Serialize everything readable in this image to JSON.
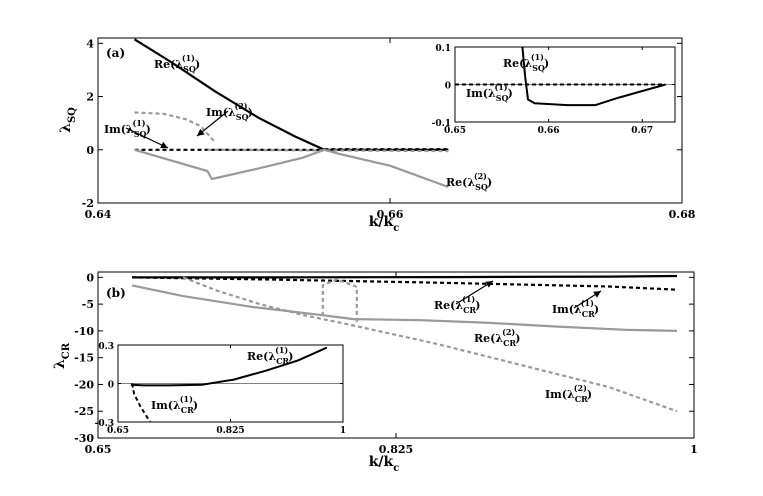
{
  "chart_data": [
    {
      "id": "panel-a",
      "type": "line",
      "panel_label": "(a)",
      "xlabel": "k/k",
      "xlabel_sub": "c",
      "ylabel": "λ",
      "ylabel_sub": "SQ",
      "xlim": [
        0.64,
        0.68
      ],
      "ylim": [
        -2,
        4.2
      ],
      "xticks": [
        0.64,
        0.66,
        0.68
      ],
      "xtick_labels": [
        "0.64",
        "0.66",
        "0.68"
      ],
      "yticks": [
        -2,
        0,
        2,
        4
      ],
      "ytick_labels": [
        "-2",
        "0",
        "2",
        "4"
      ],
      "series": [
        {
          "key": "re1",
          "color": "#000000",
          "dash": "solid",
          "x": [
            0.6425,
            0.645,
            0.648,
            0.651,
            0.6535,
            0.6555
          ],
          "y": [
            4.15,
            3.3,
            2.2,
            1.2,
            0.5,
            0.0
          ]
        },
        {
          "key": "re1_tail",
          "color": "#000000",
          "dash": "solid",
          "x": [
            0.6555,
            0.664
          ],
          "y": [
            0.0,
            0.0
          ]
        },
        {
          "key": "im1",
          "color": "#000000",
          "dash": "dashed",
          "x": [
            0.6425,
            0.6555
          ],
          "y": [
            0.0,
            0.0
          ]
        },
        {
          "key": "im1_tail",
          "color": "#000000",
          "dash": "dashed",
          "x": [
            0.6555,
            0.664
          ],
          "y": [
            0.02,
            0.02
          ]
        },
        {
          "key": "im2",
          "color": "#999999",
          "dash": "dashed",
          "x": [
            0.6425,
            0.6445,
            0.646,
            0.647,
            0.6475,
            0.648
          ],
          "y": [
            1.4,
            1.35,
            1.15,
            0.9,
            0.6,
            0.3
          ]
        },
        {
          "key": "im2_tail",
          "color": "#999999",
          "dash": "dashed",
          "x": [
            0.6475,
            0.664
          ],
          "y": [
            0.0,
            -0.05
          ]
        },
        {
          "key": "re2",
          "color": "#999999",
          "dash": "solid",
          "x": [
            0.6425,
            0.645,
            0.6475,
            0.6478,
            0.651,
            0.654,
            0.6555,
            0.6565,
            0.66,
            0.664
          ],
          "y": [
            0.0,
            -0.4,
            -0.8,
            -1.1,
            -0.7,
            -0.3,
            0.0,
            -0.15,
            -0.6,
            -1.4
          ]
        }
      ],
      "annotations": [
        {
          "text": "Re(λ",
          "sub": "SQ",
          "sup": "(1)"
        },
        {
          "text": "Im(λ",
          "sub": "SQ",
          "sup": "(2)"
        },
        {
          "text": "Im(λ",
          "sub": "SQ",
          "sup": "(1)"
        },
        {
          "text": "Re(λ",
          "sub": "SQ",
          "sup": "(2)"
        }
      ],
      "inset": {
        "xlim": [
          0.65,
          0.6735
        ],
        "ylim": [
          -0.1,
          0.1
        ],
        "xticks": [
          0.65,
          0.66,
          0.67
        ],
        "xtick_labels": [
          "0.65",
          "0.66",
          "0.67"
        ],
        "yticks": [
          -0.1,
          0,
          0.1
        ],
        "ytick_labels": [
          "-0.1",
          "0",
          "0.1"
        ],
        "series": [
          {
            "key": "re1",
            "color": "#000000",
            "dash": "solid",
            "x": [
              0.6572,
              0.6575,
              0.6578,
              0.6585,
              0.662,
              0.665,
              0.6675,
              0.6725
            ],
            "y": [
              0.1,
              0.02,
              -0.04,
              -0.05,
              -0.055,
              -0.055,
              -0.035,
              0.0
            ]
          },
          {
            "key": "im1",
            "color": "#000000",
            "dash": "dashed",
            "x": [
              0.65,
              0.6725
            ],
            "y": [
              0.0,
              0.0
            ]
          }
        ],
        "annotations": [
          {
            "text": "Re(λ",
            "sub": "SQ",
            "sup": "(1)"
          },
          {
            "text": "Im(λ",
            "sub": "SQ",
            "sup": "(1)"
          }
        ]
      }
    },
    {
      "id": "panel-b",
      "type": "line",
      "panel_label": "(b)",
      "xlabel": "k/k",
      "xlabel_sub": "c",
      "ylabel": "λ",
      "ylabel_sub": "CR",
      "xlim": [
        0.65,
        1.0
      ],
      "ylim": [
        -30,
        1
      ],
      "xticks": [
        0.65,
        0.825,
        1.0
      ],
      "xtick_labels": [
        "0.65",
        "0.825",
        "1"
      ],
      "yticks": [
        -30,
        -25,
        -20,
        -15,
        -10,
        -5,
        0
      ],
      "ytick_labels": [
        "-30",
        "-25",
        "-20",
        "-15",
        "-10",
        "-5",
        "0"
      ],
      "series": [
        {
          "key": "re1",
          "color": "#000000",
          "dash": "solid",
          "x": [
            0.67,
            0.75,
            0.85,
            0.95,
            0.99
          ],
          "y": [
            0.0,
            0.0,
            0.05,
            0.15,
            0.25
          ]
        },
        {
          "key": "im1",
          "color": "#000000",
          "dash": "dashed",
          "x": [
            0.67,
            0.75,
            0.85,
            0.95,
            0.99
          ],
          "y": [
            0.0,
            -0.4,
            -1.0,
            -1.7,
            -2.3
          ]
        },
        {
          "key": "re2",
          "color": "#999999",
          "dash": "solid",
          "x": [
            0.67,
            0.7,
            0.74,
            0.78,
            0.8,
            0.84,
            0.88,
            0.92,
            0.96,
            0.99
          ],
          "y": [
            -1.5,
            -3.5,
            -5.5,
            -7.0,
            -7.8,
            -8.0,
            -8.5,
            -9.2,
            -9.8,
            -10.0
          ]
        },
        {
          "key": "im2",
          "color": "#999999",
          "dash": "dashed",
          "x": [
            0.7,
            0.72,
            0.745,
            0.77,
            0.8,
            0.85,
            0.9,
            0.95,
            0.99
          ],
          "y": [
            0.0,
            -2.5,
            -5.0,
            -7.0,
            -9.0,
            -12.5,
            -16.5,
            -20.5,
            -25.0
          ]
        },
        {
          "key": "im2_branch",
          "color": "#999999",
          "dash": "dashed",
          "x": [
            0.782,
            0.782,
            0.79,
            0.8,
            0.802,
            0.802
          ],
          "y": [
            -7.2,
            -1.5,
            -0.4,
            -1.5,
            -1.8,
            -8.8
          ]
        }
      ],
      "annotations": [
        {
          "text": "Re(λ",
          "sub": "CR",
          "sup": "(1)"
        },
        {
          "text": "Im(λ",
          "sub": "CR",
          "sup": "(1)"
        },
        {
          "text": "Re(λ",
          "sub": "CR",
          "sup": "(2)"
        },
        {
          "text": "Im(λ",
          "sub": "CR",
          "sup": "(2)"
        }
      ],
      "inset": {
        "xlim": [
          0.65,
          1.0
        ],
        "ylim": [
          -0.3,
          0.3
        ],
        "xticks": [
          0.65,
          0.825,
          1.0
        ],
        "xtick_labels": [
          "0.65",
          "0.825",
          "1"
        ],
        "yticks": [
          -0.3,
          0,
          0.3
        ],
        "ytick_labels": [
          "-0.3",
          "0",
          "0.3"
        ],
        "series": [
          {
            "key": "re1",
            "color": "#000000",
            "dash": "solid",
            "x": [
              0.67,
              0.69,
              0.73,
              0.78,
              0.83,
              0.88,
              0.93,
              0.975
            ],
            "y": [
              -0.01,
              -0.015,
              -0.015,
              -0.01,
              0.03,
              0.1,
              0.18,
              0.28
            ]
          },
          {
            "key": "im1",
            "color": "#000000",
            "dash": "dashed",
            "x": [
              0.672,
              0.675,
              0.685,
              0.7
            ],
            "y": [
              0.0,
              -0.08,
              -0.18,
              -0.3
            ]
          }
        ],
        "annotations": [
          {
            "text": "Re(λ",
            "sub": "CR",
            "sup": "(1)"
          },
          {
            "text": "Im(λ",
            "sub": "CR",
            "sup": "(1)"
          }
        ]
      }
    }
  ]
}
